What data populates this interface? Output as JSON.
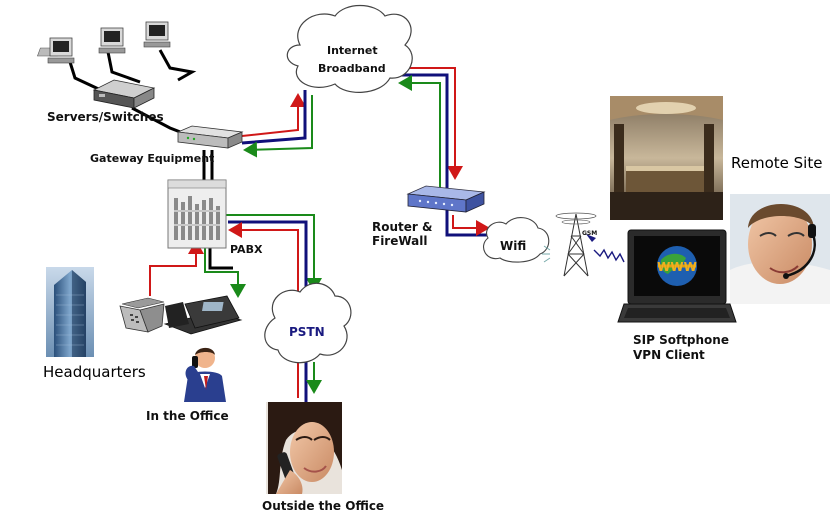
{
  "labels": {
    "internet": "Internet",
    "broadband": "Broadband",
    "servers_switches": "Servers/Switches",
    "gateway_equipment": "Gateway Equipment",
    "pabx": "PABX",
    "router_line1": "Router &",
    "router_line2": "FireWall",
    "wifi": "Wifi",
    "remote_site": "Remote Site",
    "sip_softphone": "SIP Softphone",
    "vpn_client": "VPN Client",
    "pstn": "PSTN",
    "headquarters": "Headquarters",
    "in_the_office": "In the Office",
    "outside_the_office": "Outside the Office",
    "gsm": "GSM"
  },
  "colors": {
    "link_red": "#d01818",
    "link_navy": "#10107a",
    "link_green": "#1a8a1a",
    "link_black": "#000000",
    "cloud_fill": "#ffffff",
    "cloud_stroke": "#555555"
  },
  "icons": [
    "desktop-computer-icon",
    "server-icon",
    "gateway-icon",
    "pabx-rack-icon",
    "desk-phone-icon",
    "ip-phone-icon",
    "router-icon",
    "radio-tower-icon",
    "laptop-icon",
    "building-photo",
    "lobby-photo",
    "headset-person-photo",
    "office-person-icon",
    "woman-on-phone-photo"
  ]
}
